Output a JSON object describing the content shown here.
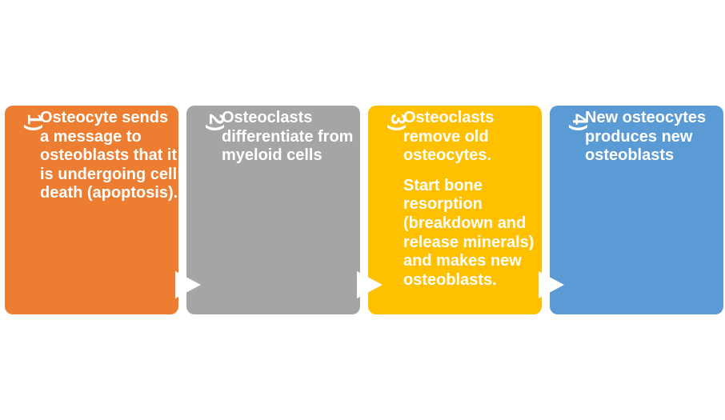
{
  "steps": [
    {
      "number": "1)",
      "color": "#ED7D31",
      "lines": [
        "Osteocyte sends a message to osteoblasts that it is undergoing cell death (apoptosis)."
      ]
    },
    {
      "number": "2)",
      "color": "#A5A5A5",
      "lines": [
        "Osteoclasts differentiate from myeloid cells"
      ]
    },
    {
      "number": "3)",
      "color": "#FFC000",
      "lines": [
        "Osteoclasts remove old osteocytes.",
        "Start bone resorption (breakdown and release minerals) and makes new osteoblasts."
      ]
    },
    {
      "number": "4)",
      "color": "#5B9BD5",
      "lines": [
        "New osteocytes produces new osteoblasts"
      ]
    }
  ],
  "arrow_color": "#FFFFFF"
}
